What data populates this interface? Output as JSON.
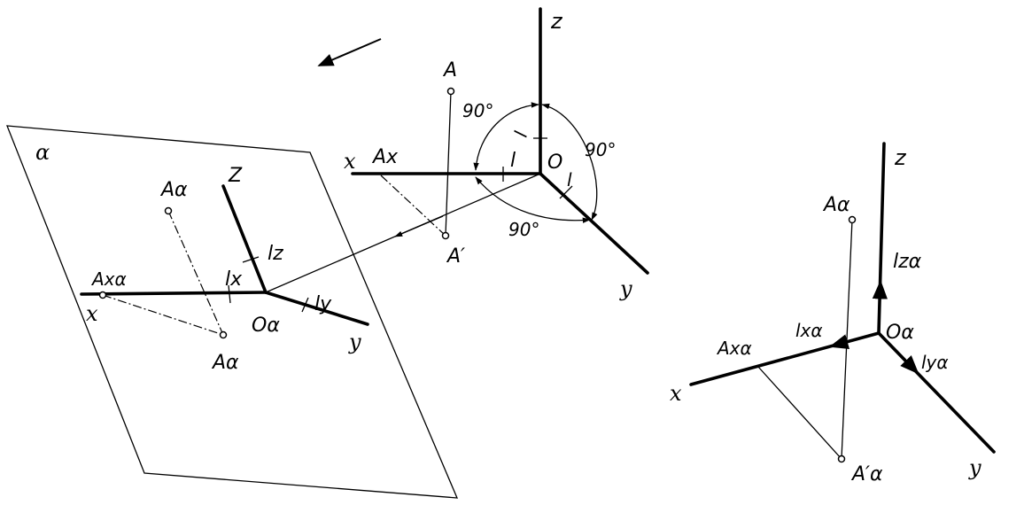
{
  "left_figure": {
    "plane_label": "α",
    "labels": {
      "x": "x",
      "y": "y",
      "z": "Z",
      "origin": "Oα",
      "point_upper": "Aα",
      "point_lower": "Aα",
      "point_on_x": "Axα",
      "lx": "lx",
      "ly": "ly",
      "lz": "lz"
    }
  },
  "middle_figure": {
    "labels": {
      "x": "x",
      "y": "y",
      "z": "z",
      "origin": "O",
      "point": "A",
      "projection": "A′",
      "point_on_x": "Ax",
      "l_x": "l",
      "l_z": "l",
      "l_y": "l"
    },
    "angles": [
      "90°",
      "90°",
      "90°"
    ]
  },
  "right_figure": {
    "labels": {
      "x": "x",
      "y": "y",
      "z": "z",
      "origin": "Oα",
      "point": "Aα",
      "projection": "A′α",
      "point_on_x": "Axα",
      "lx": "lxα",
      "ly": "lyα",
      "lz": "lzα"
    }
  }
}
